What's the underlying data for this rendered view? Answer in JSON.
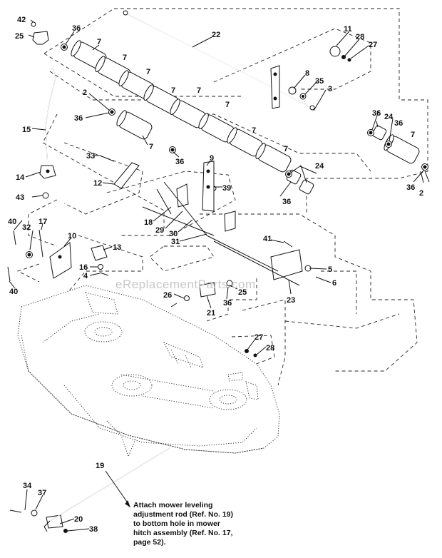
{
  "labels": {
    "l42": "42",
    "l25": "25",
    "l36a": "36",
    "l7a": "7",
    "l22": "22",
    "l11": "11",
    "l28a": "28",
    "l27a": "27",
    "l7b": "7",
    "l7c": "7",
    "l7d": "7",
    "l8": "8",
    "l35": "35",
    "l3": "3",
    "l2a": "2",
    "l36b": "36",
    "l15": "15",
    "l7e": "7",
    "l36c": "36",
    "l24a": "24",
    "l36d": "36",
    "l7f": "7",
    "l7g": "7",
    "l7h": "7",
    "l7i": "7",
    "l7j": "7",
    "l33": "33",
    "l36e": "36",
    "l9": "9",
    "l14": "14",
    "l12": "12",
    "l39": "39",
    "l24b": "24",
    "l36f": "36",
    "l2b": "2",
    "l43": "43",
    "l36g": "36",
    "l18": "18",
    "l29": "29",
    "l30": "30",
    "l40a": "40",
    "l32": "32",
    "l17": "17",
    "l10": "10",
    "l31": "31",
    "l41": "41",
    "l13": "13",
    "l16": "16",
    "l4": "4",
    "l5": "5",
    "l40b": "40",
    "l6": "6",
    "l26a": "26",
    "l25b": "25",
    "l23": "23",
    "l21": "21",
    "l36h": "36",
    "l27b": "27",
    "l28b": "28",
    "l19": "19",
    "l34": "34",
    "l37": "37",
    "l20": "20",
    "l38": "38"
  },
  "note": {
    "line1": "Attach mower leveling",
    "line2": "adjustment rod (Ref. No. 19)",
    "line3": "to bottom hole in mower",
    "line4": "hitch assembly (Ref. No. 17,",
    "line5": "page 52)."
  },
  "watermark": "eReplacementParts.com"
}
